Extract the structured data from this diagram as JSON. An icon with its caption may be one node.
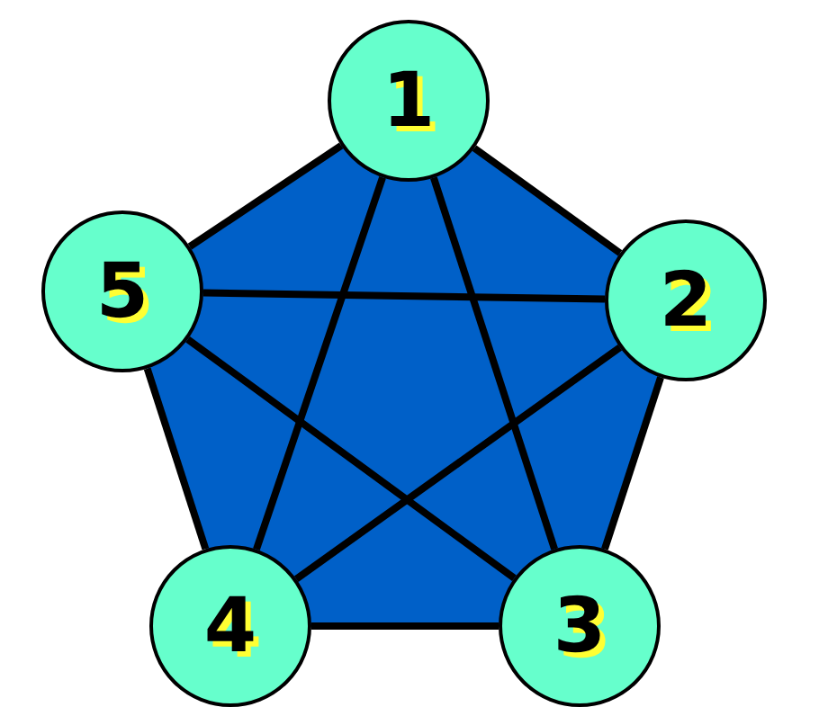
{
  "diagram": {
    "nodes": [
      {
        "text": [
          "1"
        ]
      },
      {
        "text": [
          "2"
        ]
      },
      {
        "text": [
          "3"
        ]
      },
      {
        "text": [
          "4"
        ]
      },
      {
        "text": [
          "5"
        ]
      }
    ],
    "edges": [
      {
        "from": 0,
        "to": 1,
        "arrow": "none"
      },
      {
        "from": 1,
        "to": 2,
        "arrow": "none"
      },
      {
        "from": 2,
        "to": 3,
        "arrow": "none"
      },
      {
        "from": 3,
        "to": 4,
        "arrow": "none"
      },
      {
        "from": 4,
        "to": 0,
        "arrow": "none"
      },
      {
        "from": 0,
        "to": 2,
        "arrow": "none"
      },
      {
        "from": 0,
        "to": 3,
        "arrow": "none"
      },
      {
        "from": 1,
        "to": 3,
        "arrow": "none"
      },
      {
        "from": 1,
        "to": 4,
        "arrow": "none"
      },
      {
        "from": 4,
        "to": 2,
        "arrow": "none"
      }
    ]
  }
}
